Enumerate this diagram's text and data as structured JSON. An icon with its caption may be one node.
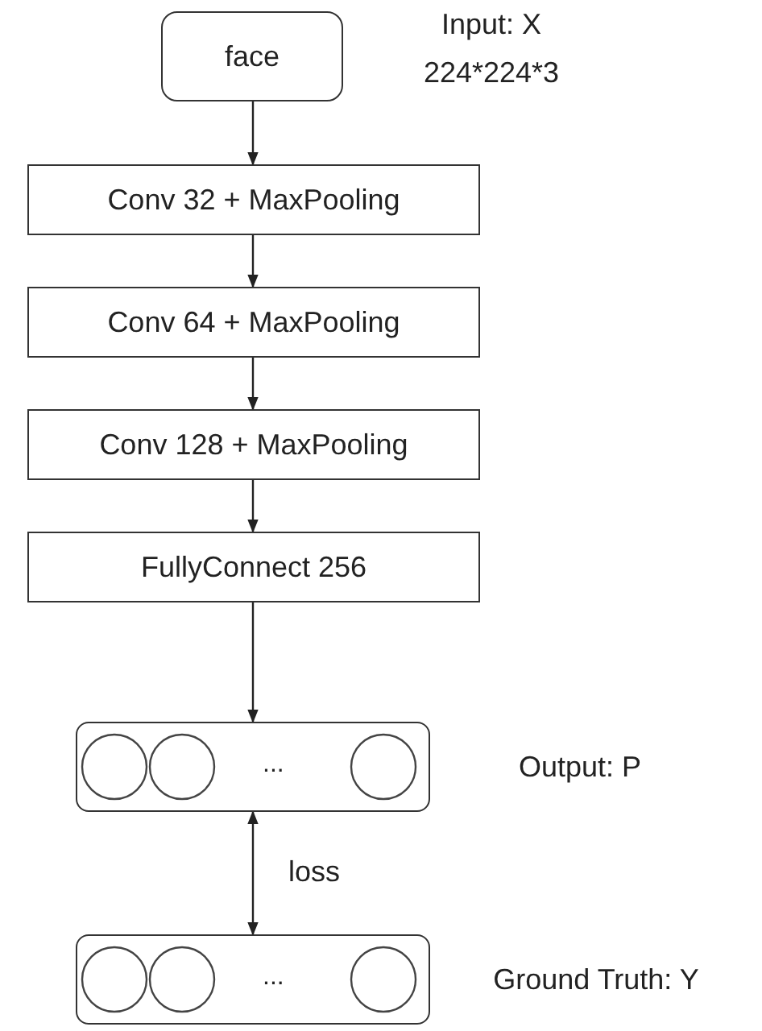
{
  "diagram": {
    "nodes": [
      {
        "text": [
          "face"
        ],
        "beside": [
          "Input: X",
          "224*224*3"
        ]
      },
      {
        "text": [
          "Conv 32 + MaxPooling"
        ]
      },
      {
        "text": [
          "Conv 64 + MaxPooling"
        ]
      },
      {
        "text": [
          "Conv 128 + MaxPooling"
        ]
      },
      {
        "text": [
          "FullyConnect 256"
        ]
      },
      {
        "text": [
          "..."
        ],
        "beside": [
          "Output: P"
        ]
      },
      {
        "text": [
          "..."
        ],
        "beside": [
          "Ground Truth: Y"
        ]
      }
    ],
    "edges": [
      {
        "from": 0,
        "to": 1,
        "arrow": "to"
      },
      {
        "from": 1,
        "to": 2,
        "arrow": "to"
      },
      {
        "from": 2,
        "to": 3,
        "arrow": "to"
      },
      {
        "from": 3,
        "to": 4,
        "arrow": "to"
      },
      {
        "from": 4,
        "to": 5,
        "arrow": "to"
      },
      {
        "from": 5,
        "to": 6,
        "arrow": "both",
        "label": "loss"
      }
    ]
  }
}
